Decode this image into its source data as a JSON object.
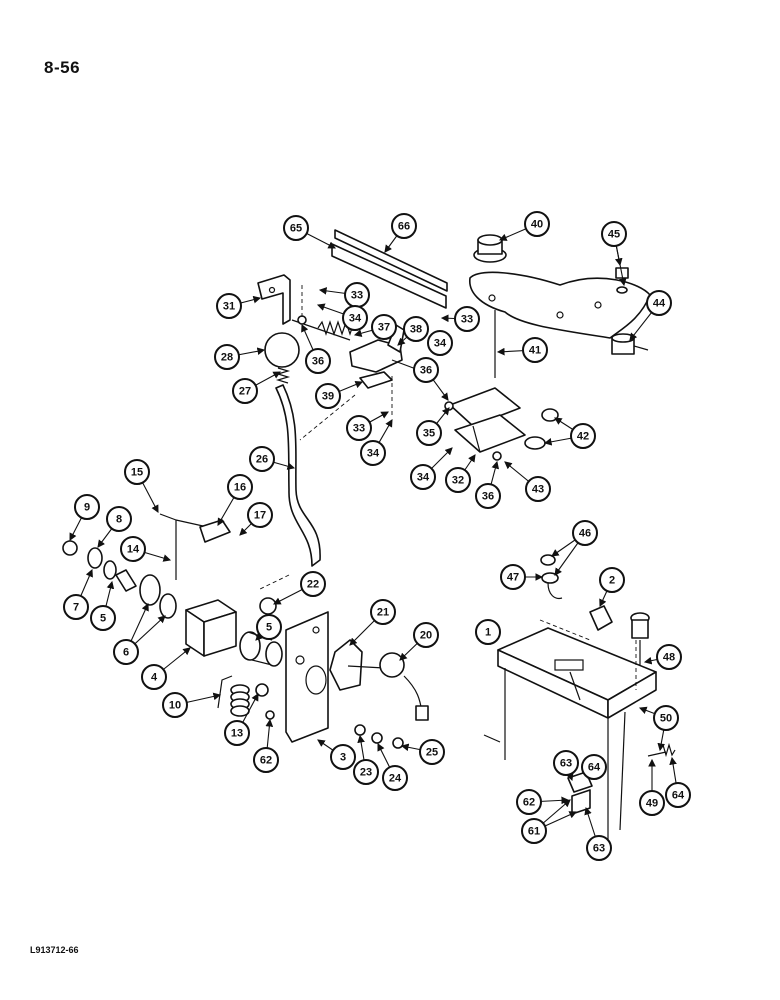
{
  "page_number": "8-56",
  "document_code": "L913712-66",
  "callouts": [
    "1",
    "2",
    "3",
    "4",
    "5",
    "6",
    "7",
    "8",
    "9",
    "10",
    "13",
    "14",
    "15",
    "16",
    "17",
    "20",
    "21",
    "22",
    "23",
    "24",
    "25",
    "26",
    "27",
    "28",
    "31",
    "32",
    "33",
    "34",
    "35",
    "36",
    "37",
    "38",
    "39",
    "40",
    "41",
    "42",
    "43",
    "44",
    "45",
    "46",
    "47",
    "48",
    "49",
    "50",
    "61",
    "62",
    "63",
    "64",
    "65",
    "66"
  ]
}
